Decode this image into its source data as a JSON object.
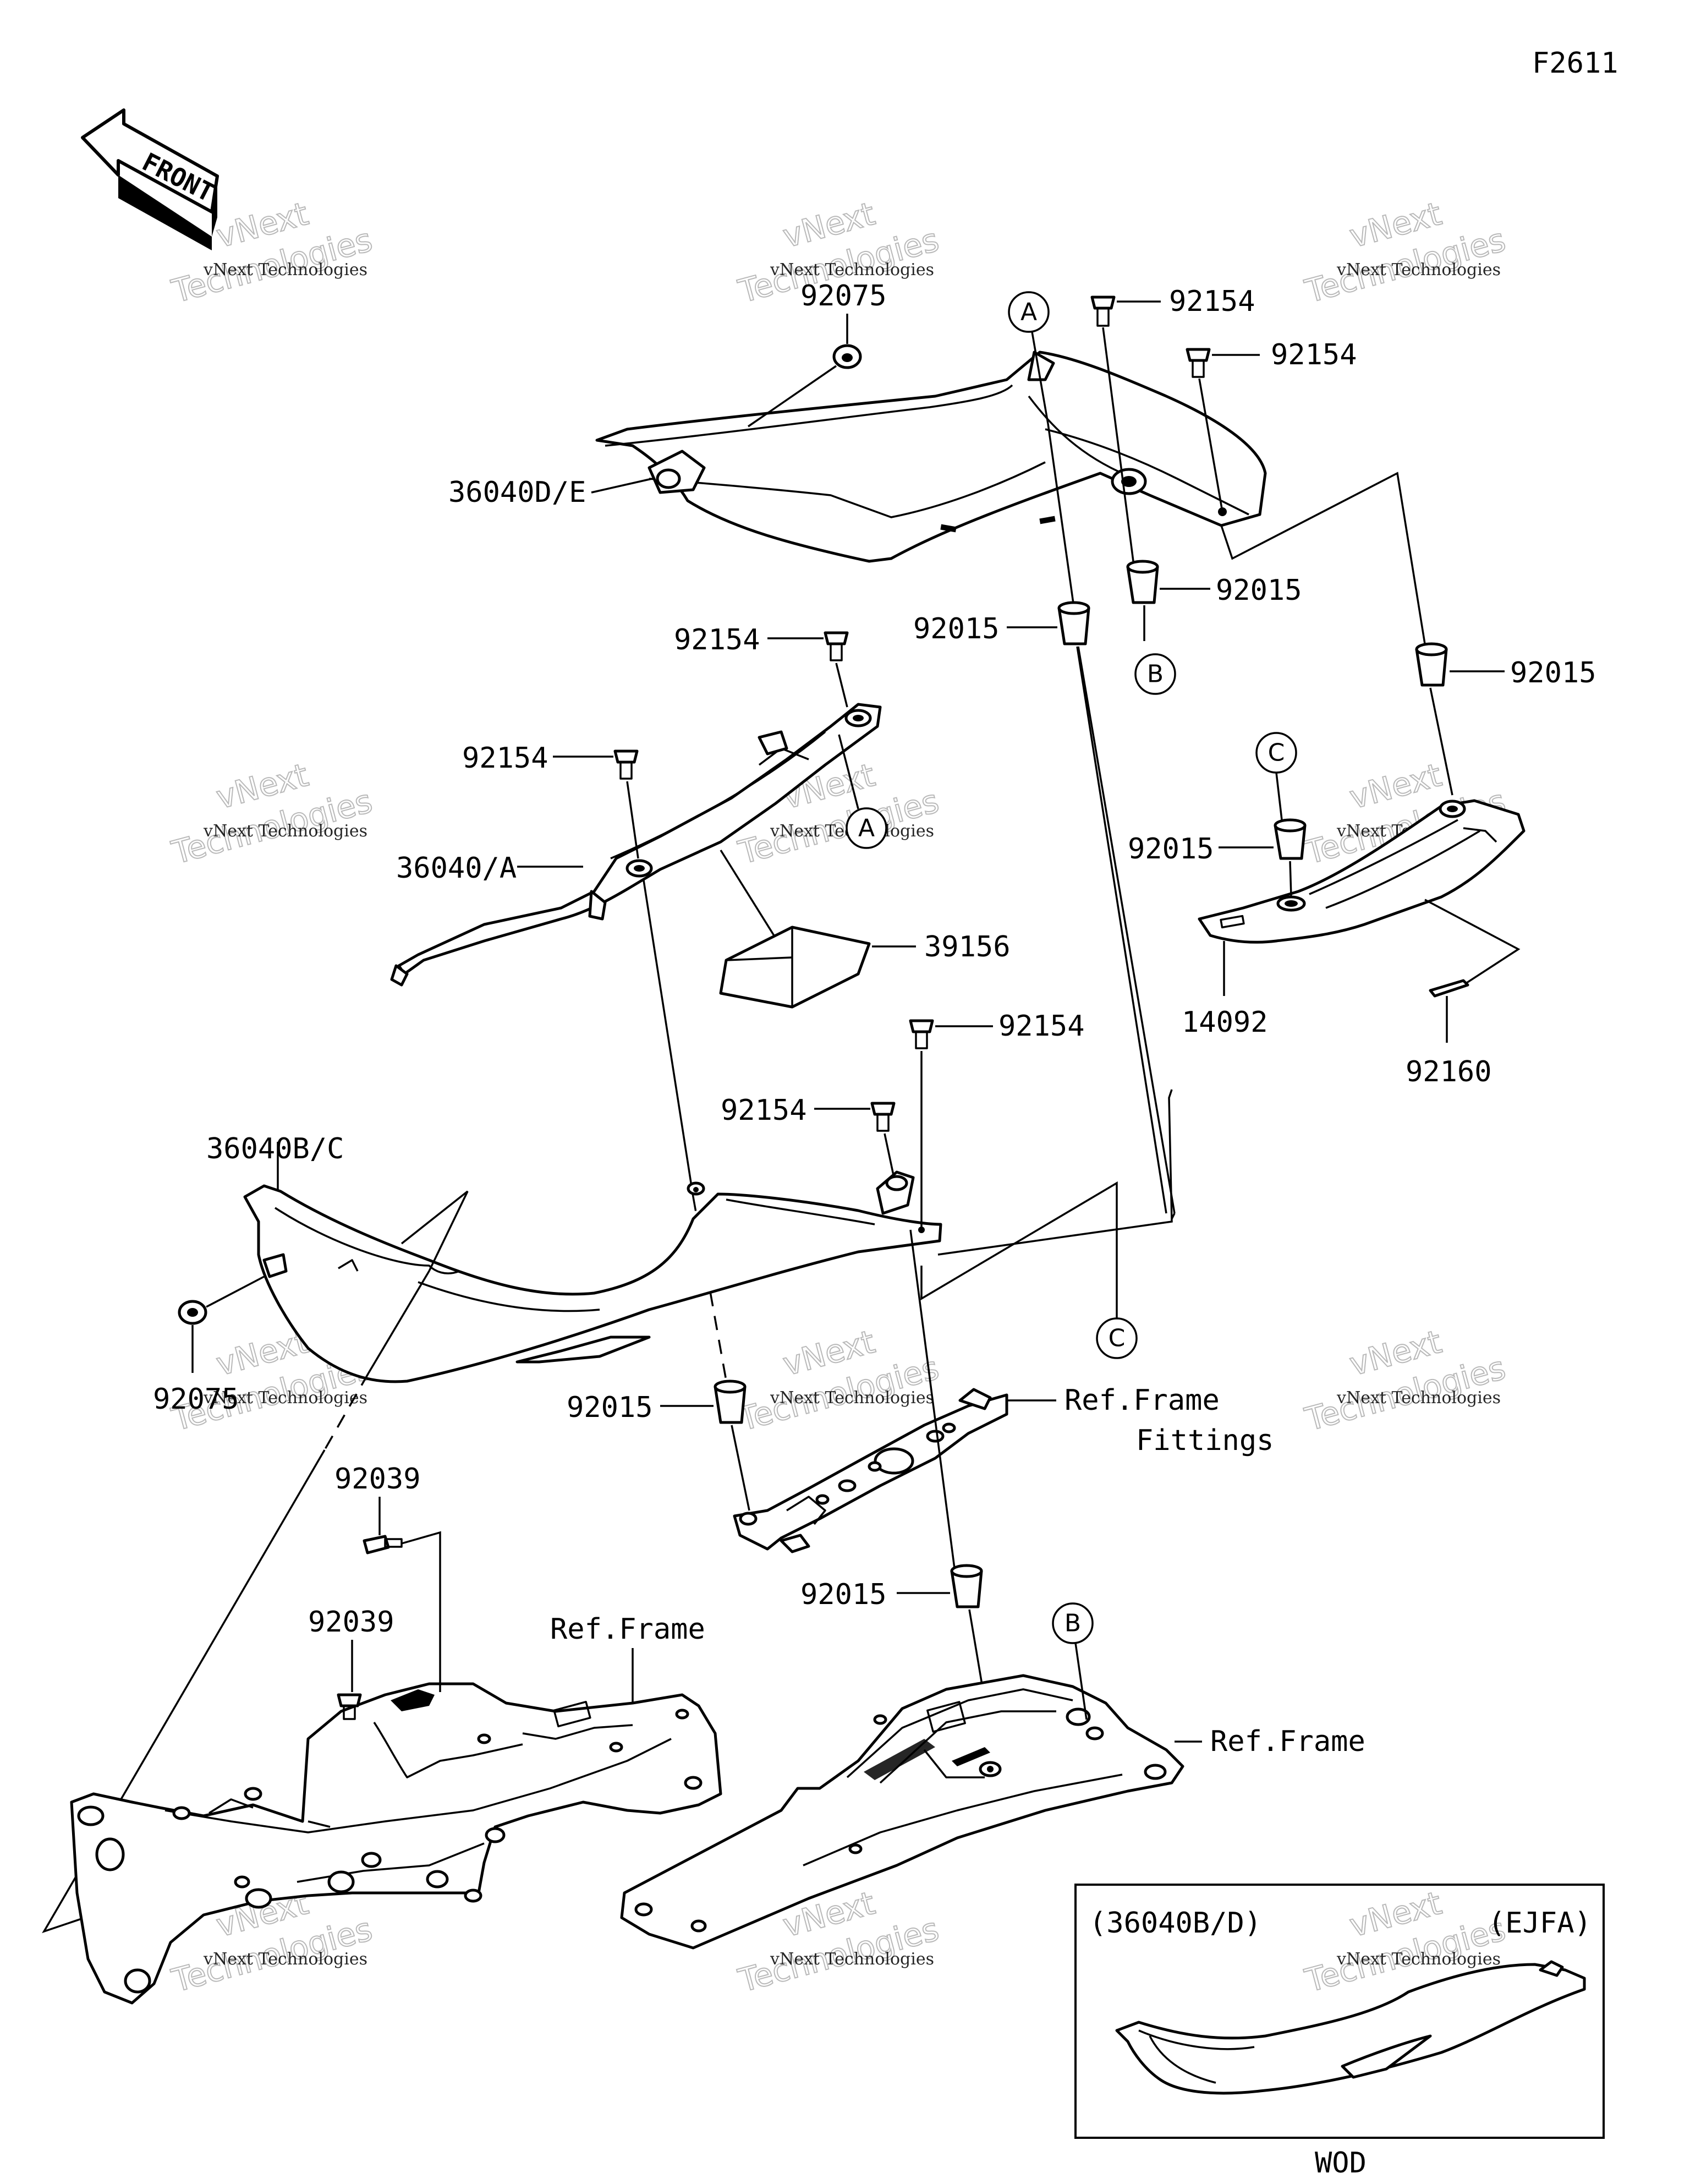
{
  "diagram_code": "F2611",
  "front_arrow_label": "FRONT",
  "callouts": {
    "a": "A",
    "b": "B",
    "c": "C"
  },
  "parts": {
    "p92075_top": "92075",
    "p92075_left": "92075",
    "p36040de": "36040D/E",
    "p92154_1": "92154",
    "p92154_2": "92154",
    "p92154_3": "92154",
    "p92154_4": "92154",
    "p92154_5": "92154",
    "p92154_6": "92154",
    "p92015_1": "92015",
    "p92015_2": "92015",
    "p92015_3": "92015",
    "p92015_4": "92015",
    "p92015_5": "92015",
    "p92015_6": "92015",
    "p36040a": "36040/A",
    "p39156": "39156",
    "p14092": "14092",
    "p92160": "92160",
    "p36040bc": "36040B/C",
    "p92039_1": "92039",
    "p92039_2": "92039"
  },
  "refs": {
    "frame_fittings_1": "Ref.Frame",
    "frame_fittings_2": "Fittings",
    "frame_left": "Ref.Frame",
    "frame_right": "Ref.Frame"
  },
  "inset": {
    "part": "(36040B/D)",
    "region": "(EJFA)",
    "caption": "WOD"
  },
  "watermark": {
    "line1": "vNext Technologies",
    "line2": "vNext",
    "line3": "Technologies"
  }
}
